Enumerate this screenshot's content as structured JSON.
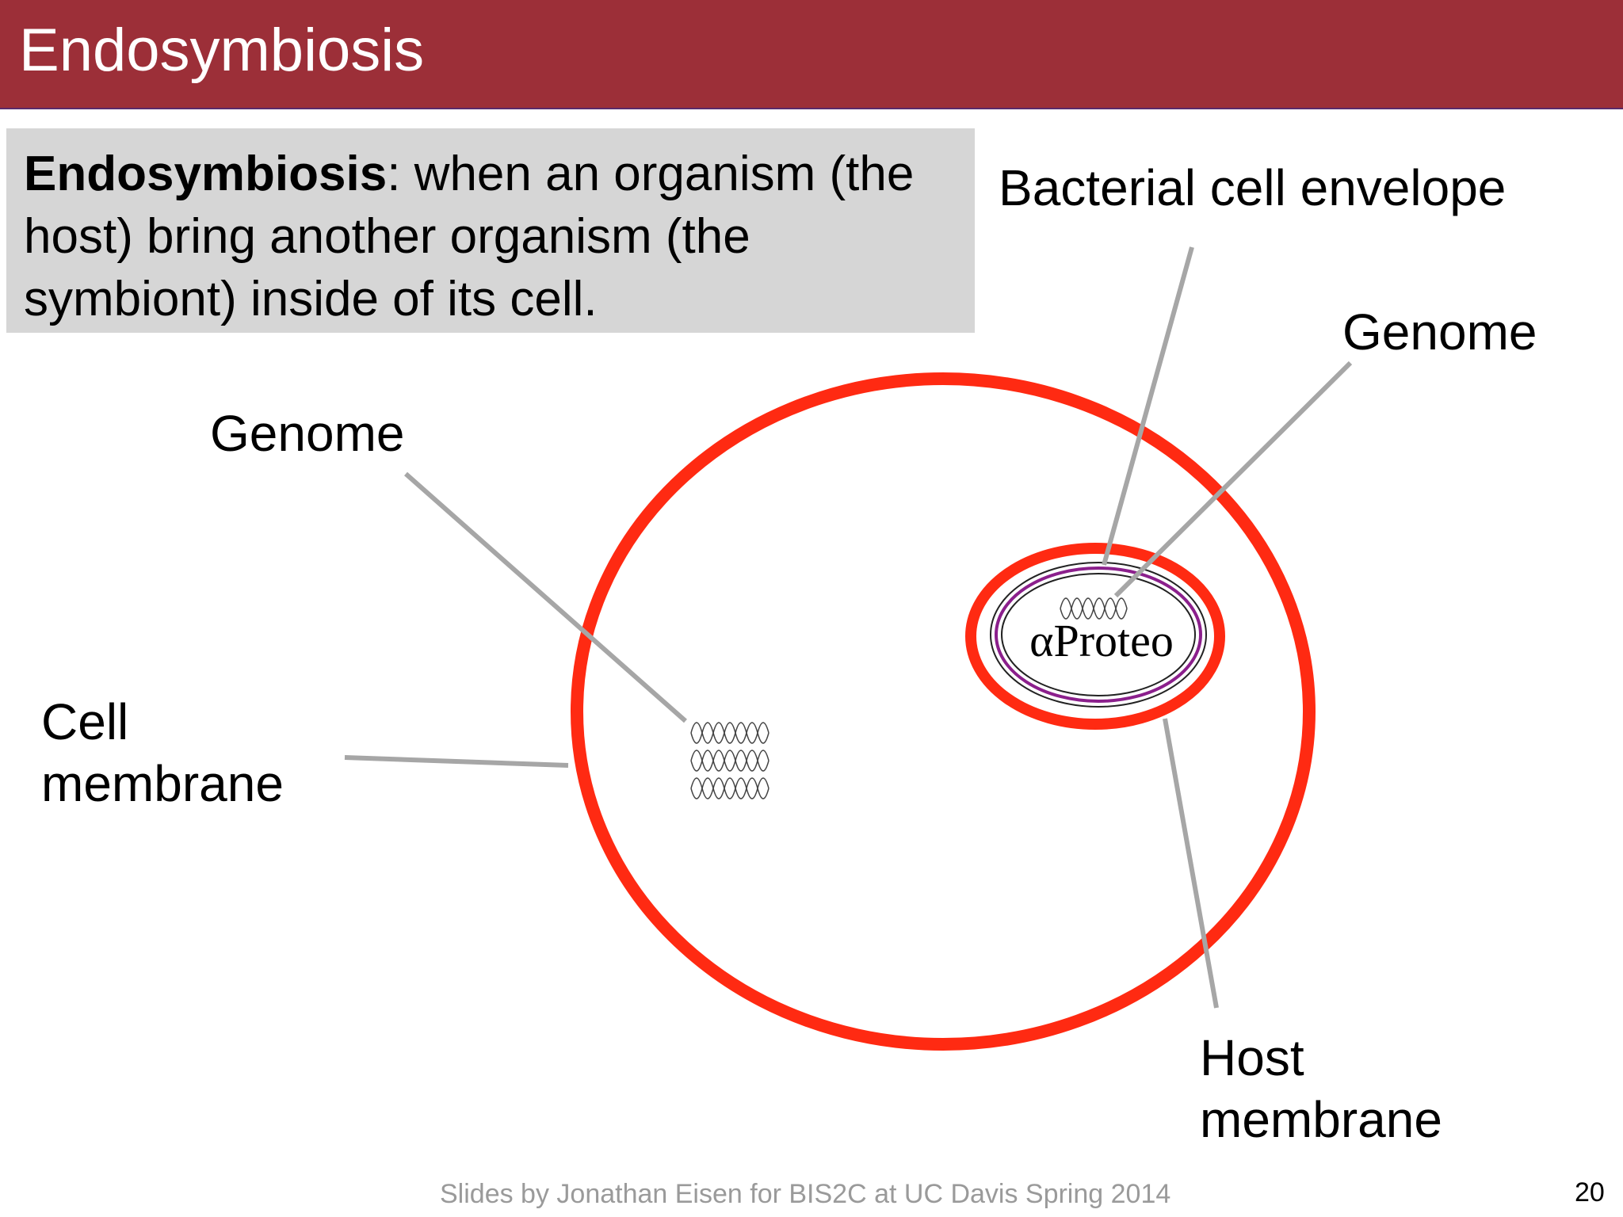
{
  "slide": {
    "title": "Endosymbiosis",
    "definition": {
      "term": "Endosymbiosis",
      "text": ": when an organism (the host) bring another organism (the symbiont) inside of its cell."
    },
    "footer": "Slides by Jonathan Eisen for BIS2C at UC Davis Spring 2014",
    "page_number": "20"
  },
  "diagram": {
    "labels": {
      "bacterial_envelope": "Bacterial cell envelope",
      "genome_symbiont": "Genome",
      "genome_host": "Genome",
      "cell_membrane_line1": "Cell",
      "cell_membrane_line2": "membrane",
      "host_membrane_line1": "Host",
      "host_membrane_line2": "membrane",
      "symbiont_name": "αProteo"
    },
    "colors": {
      "membrane": "#ff2a12",
      "envelope": "#8b1f8c",
      "leader": "#a6a6a6",
      "title_bar": "#9c2f38"
    }
  }
}
